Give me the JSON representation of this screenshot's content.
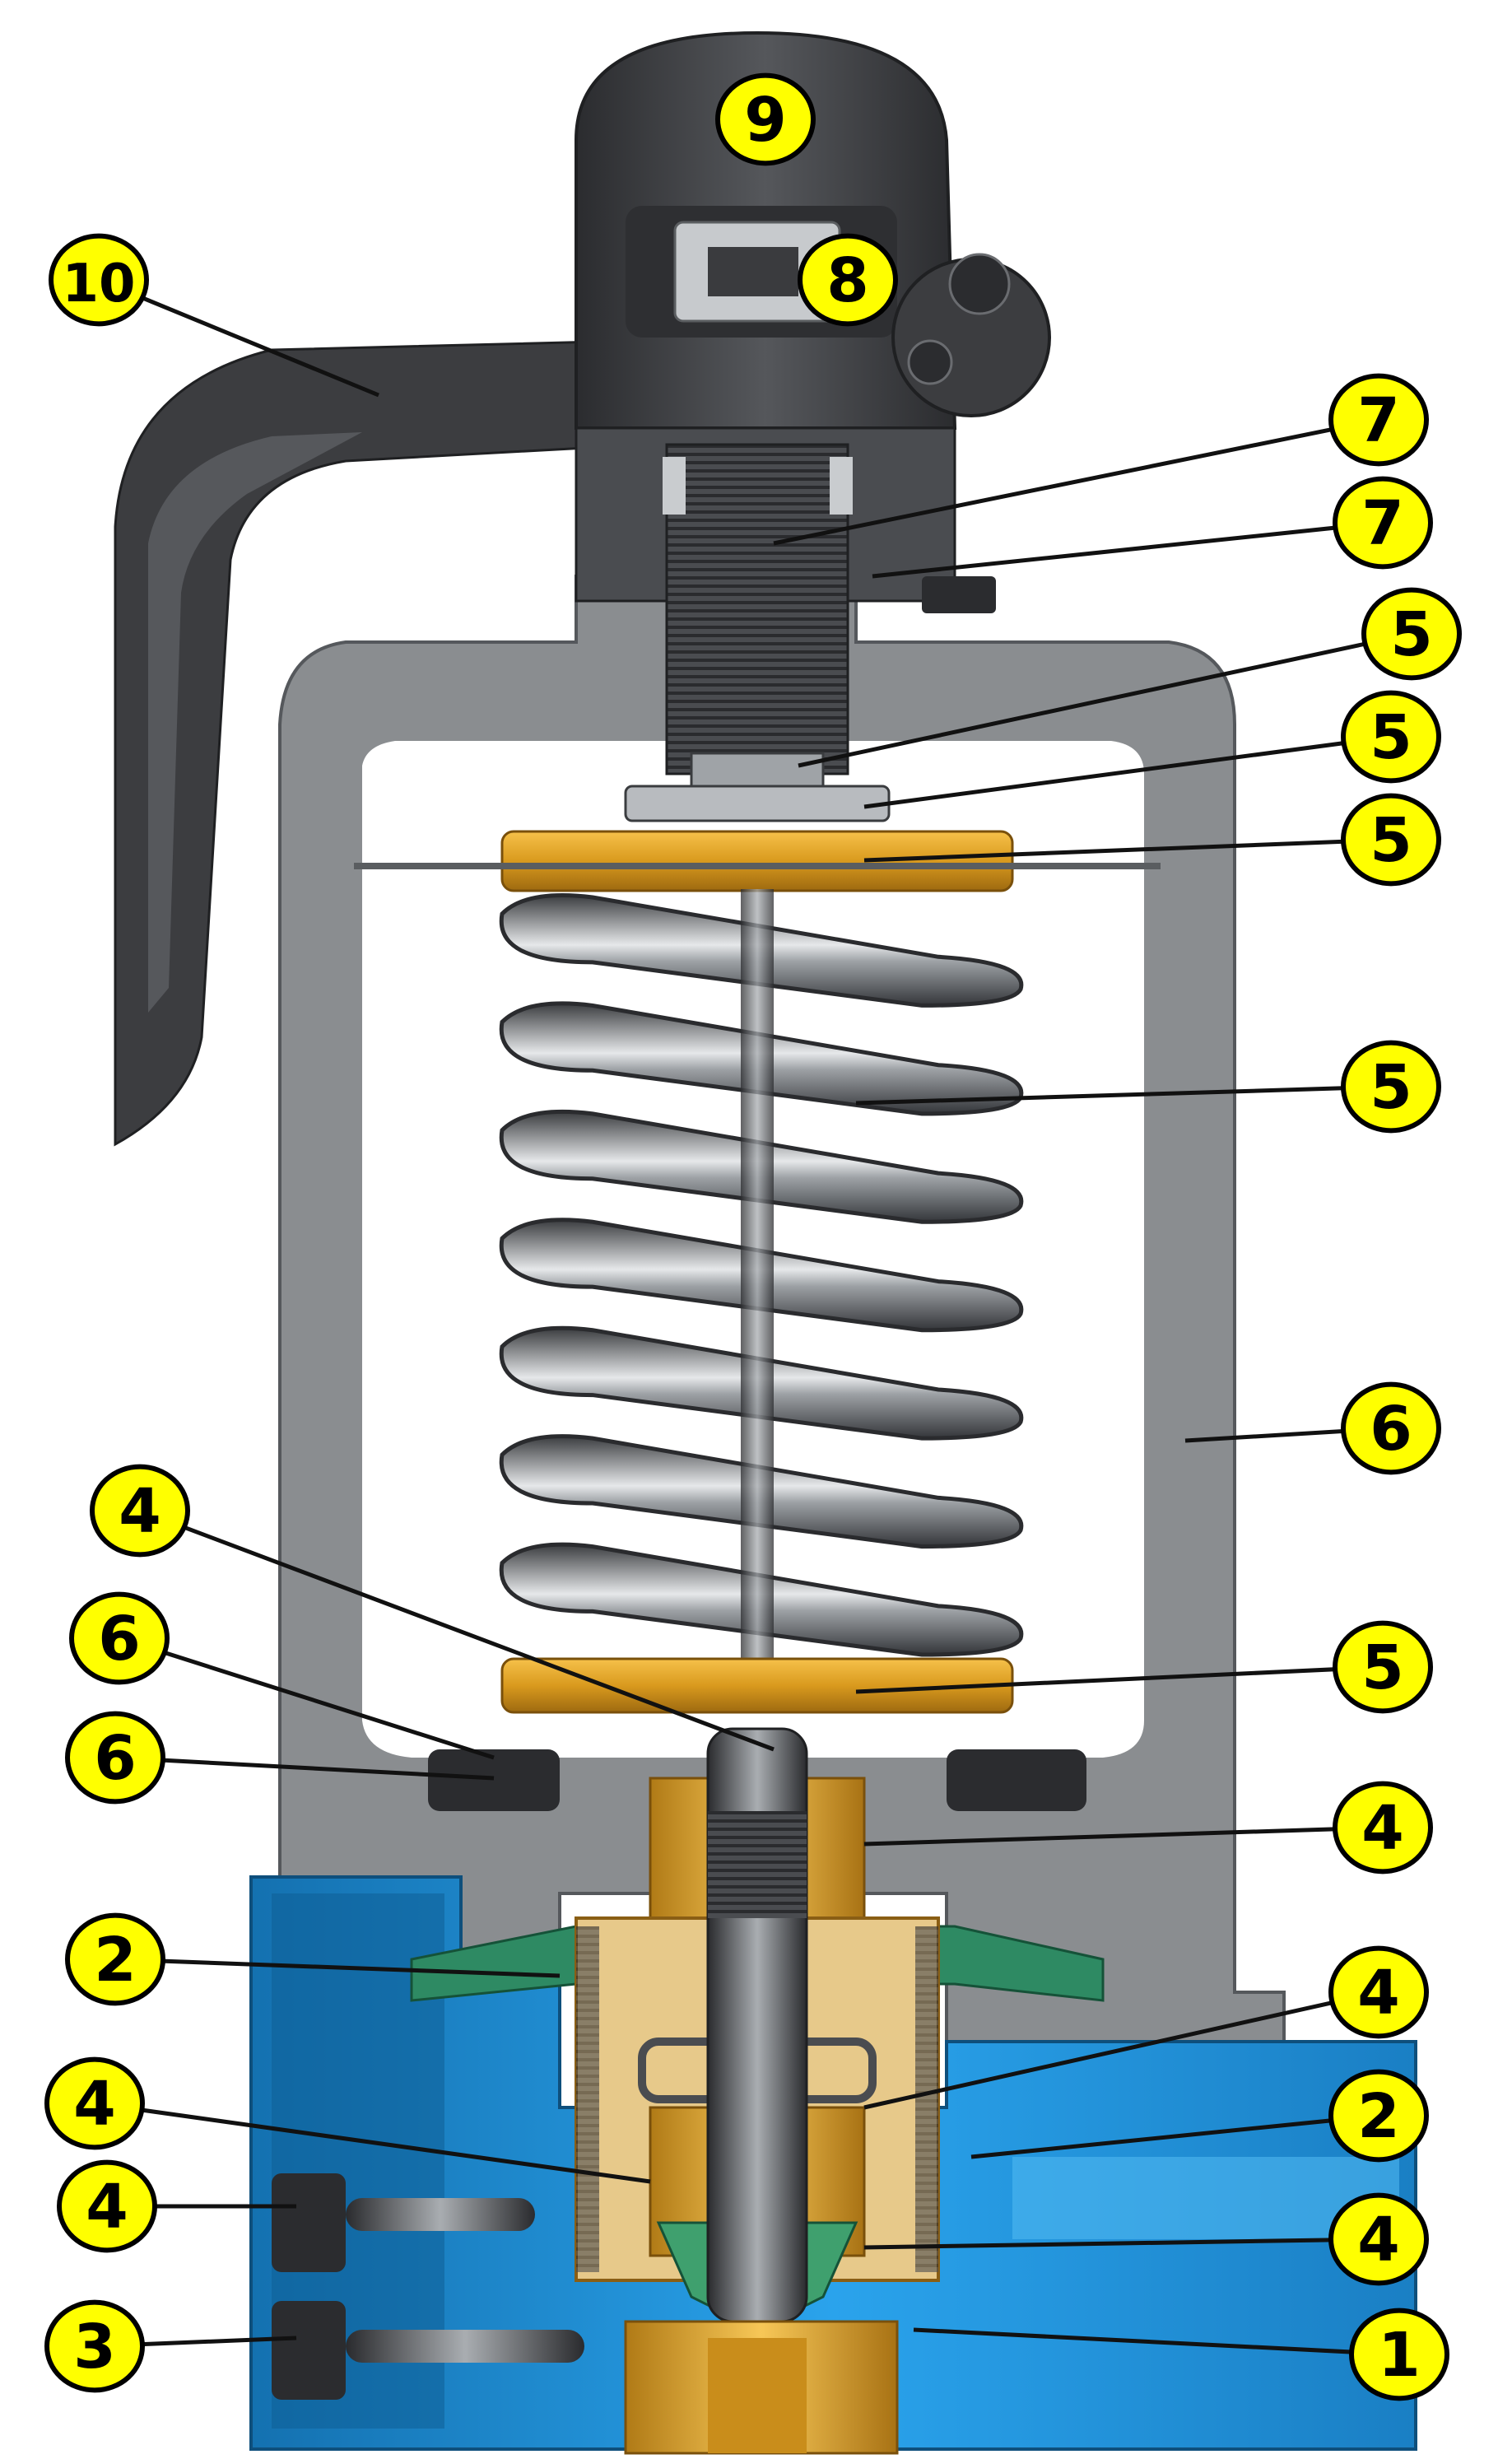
{
  "colors": {
    "callout_fill": "#ffff00",
    "callout_stroke": "#000000",
    "body_gray": "#8a8d90",
    "body_dark": "#3c3d40",
    "inlet_blue": "#1c8fd8",
    "spring_steel": "#6f7276",
    "brass": "#e1a52a",
    "seal_green": "#2e8a63"
  },
  "callouts": [
    {
      "id": "9",
      "text": "9"
    },
    {
      "id": "10",
      "text": "10"
    },
    {
      "id": "8",
      "text": "8"
    },
    {
      "id": "7a",
      "text": "7"
    },
    {
      "id": "7b",
      "text": "7"
    },
    {
      "id": "5a",
      "text": "5"
    },
    {
      "id": "5b",
      "text": "5"
    },
    {
      "id": "5c",
      "text": "5"
    },
    {
      "id": "5d",
      "text": "5"
    },
    {
      "id": "6a",
      "text": "6"
    },
    {
      "id": "4a",
      "text": "4"
    },
    {
      "id": "6b",
      "text": "6"
    },
    {
      "id": "6c",
      "text": "6"
    },
    {
      "id": "5e",
      "text": "5"
    },
    {
      "id": "4b",
      "text": "4"
    },
    {
      "id": "2a",
      "text": "2"
    },
    {
      "id": "4c",
      "text": "4"
    },
    {
      "id": "4d",
      "text": "4"
    },
    {
      "id": "2b",
      "text": "2"
    },
    {
      "id": "4e",
      "text": "4"
    },
    {
      "id": "4f",
      "text": "4"
    },
    {
      "id": "3",
      "text": "3"
    },
    {
      "id": "1",
      "text": "1"
    }
  ]
}
